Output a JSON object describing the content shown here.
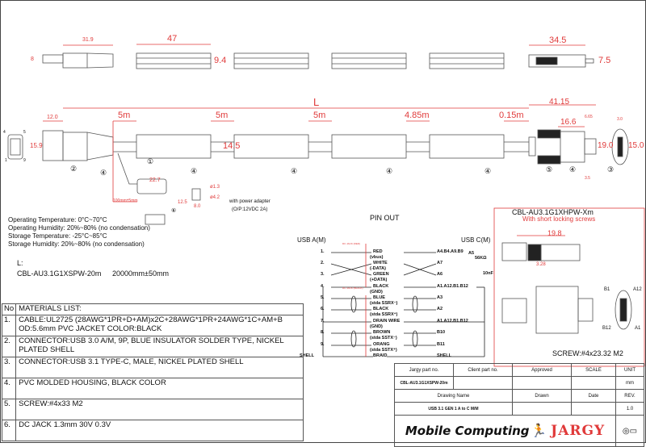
{
  "dimensions": {
    "usb_a_length": "31.9",
    "usb_a_height": "8",
    "housing_length": "47",
    "housing_height": "9.4",
    "usb_c_length": "34.5",
    "usb_c_height": "7.5",
    "total_length_label": "L",
    "usb_a_plug": "12.0",
    "usb_a_width": "15.9",
    "seg1": "5m",
    "seg2": "5m",
    "seg3": "5m",
    "seg4": "4.85m",
    "seg5": "0.15m",
    "housing_width": "14.5",
    "usb_c_total": "41.15",
    "usb_c_body": "16.6",
    "usb_c_tip": "6.65",
    "usb_c_width": "19.0",
    "usb_c_face_h": "15.0",
    "usb_c_face_w": "3.0",
    "usb_c_screw": "3.5",
    "dc_len": "22.7",
    "dc_h": "12.5",
    "dc_lead": "100mm±5mm",
    "dc_pin": "ø1.3",
    "dc_outer": "ø4.2",
    "dc_w": "8.0",
    "power_adapter_line1": "with power adapter",
    "power_adapter_line2": "(O/P:12VDC 2A)"
  },
  "callouts": [
    "①",
    "②",
    "③",
    "④",
    "⑤",
    "⑥"
  ],
  "usb_a_face_pins": [
    "4",
    "5",
    "1",
    "9"
  ],
  "usb_c_face_pins": [
    "B1",
    "A12",
    "B12",
    "A1"
  ],
  "environment": [
    "Operating Temperature: 0°C~70°C",
    "Operating Humidity: 20%~80% (no condensation)",
    "Storage Temperature: -25°C~85°C",
    "Storage  Humidity: 20%~80% (no condensation)"
  ],
  "length_spec": {
    "label": "L:",
    "part": "CBL-AU3.1G1XSPW-20m",
    "value": "20000mm±50mm"
  },
  "materials": {
    "header_no": "No",
    "header": "MATERIALS LIST:",
    "items": [
      {
        "no": "1.",
        "text": "CABLE:UL2725 (28AWG*1PR+D+AM)x2C+28AWG*1PR+24AWG*1C+AM+B OD:5.6mm  PVC JACKET COLOR:BLACK"
      },
      {
        "no": "2.",
        "text": "CONNECTOR:USB 3.0 A/M, 9P, BLUE INSULATOR SOLDER TYPE, NICKEL PLATED SHELL"
      },
      {
        "no": "3.",
        "text": "CONNECTOR:USB 3.1 TYPE-C, MALE, NICKEL PLATED SHELL"
      },
      {
        "no": "4.",
        "text": "PVC MOLDED HOUSING, BLACK COLOR"
      },
      {
        "no": "5.",
        "text": "SCREW:#4x33 M2"
      },
      {
        "no": "6.",
        "text": "DC JACK 1.3mm 30V 0.3V"
      }
    ]
  },
  "pinout": {
    "title": "PIN OUT",
    "left_header": "USB A(M)",
    "right_header": "USB C(M)",
    "dc_red": "DC JACK (RED)",
    "dc_black": "DC JACK (BLACK)",
    "resistor": "56KΩ",
    "resistor_pin": "A5",
    "capacitor": "10nF",
    "rows": [
      {
        "a": "1.",
        "wire": "RED",
        "note": "(vbus)",
        "c": "A4.B4.A9.B9"
      },
      {
        "a": "2.",
        "wire": "WHITE",
        "note": "(-DATA)",
        "c": "A7"
      },
      {
        "a": "3.",
        "wire": "GREEN",
        "note": "(+DATA)",
        "c": "A6"
      },
      {
        "a": "4.",
        "wire": "BLACK",
        "note": "(GND)",
        "c": "A1.A12.B1.B12"
      },
      {
        "a": "5.",
        "wire": "BLUE",
        "note": "(stda SSRX⁻)",
        "c": "A3"
      },
      {
        "a": "6.",
        "wire": "BLACK",
        "note": "(stda SSRX⁺)",
        "c": "A2"
      },
      {
        "a": "7.",
        "wire": "DRAIN WIRE",
        "note": "(GND)",
        "c": "A1.A12.B1.B12"
      },
      {
        "a": "8.",
        "wire": "BROWN",
        "note": "(stda SSTX⁻)",
        "c": "B10"
      },
      {
        "a": "9.",
        "wire": "ORANG",
        "note": "(stda SSTX⁺)",
        "c": "B11"
      },
      {
        "a": "SHELL",
        "wire": "BRAID",
        "note": "",
        "c": "SHELL"
      }
    ]
  },
  "variant": {
    "title": "CBL-AU3.1G1XHPW-Xm",
    "subtitle": "With short locking screws",
    "dim": "19.8",
    "dim2": "3.28",
    "screw": "SCREW:#4x23.32 M2"
  },
  "title_block": {
    "h_jargy_part": "Jargy part no.",
    "h_client_part": "Client part no.",
    "h_approved": "Approved",
    "h_scale": "SCALE",
    "h_unit": "UNIT",
    "jargy_part": "CBL-AU3.1G1XSPW-20m",
    "unit": "mm",
    "h_drawing_name": "Drawing Name",
    "h_drawn": "Drawn",
    "h_date": "Date",
    "h_rev": "REV.",
    "drawing_name": "USB 3.1 GEN 1 A to C M/M",
    "rev": "1.0",
    "brand1": "Mobile Computing",
    "brand2": "JARGY"
  },
  "colors": {
    "dimension": "#e03a3a",
    "line": "#333333"
  }
}
